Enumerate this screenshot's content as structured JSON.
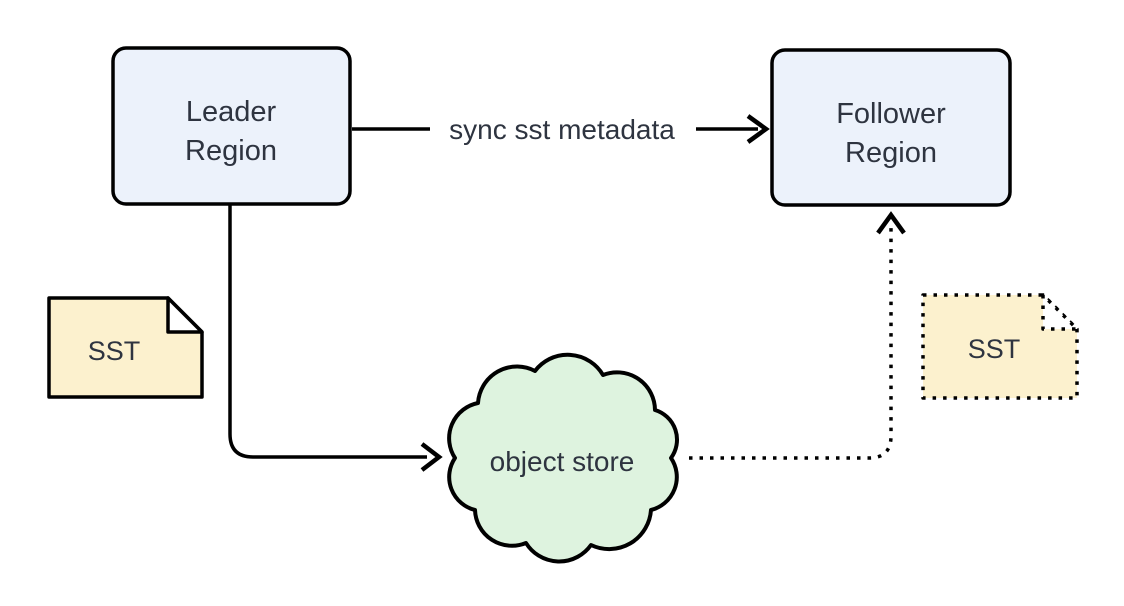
{
  "diagram": {
    "colors": {
      "region_fill": "#ECF2FB",
      "cloud_fill": "#DEF3DF",
      "sst_fill": "#FCF1CE",
      "fold_fill": "#FFFFFF",
      "stroke": "#000000",
      "text": "#2E3440",
      "background": "#FFFFFF"
    },
    "nodes": {
      "leader_region": {
        "lines": [
          "Leader",
          "Region"
        ]
      },
      "follower_region": {
        "lines": [
          "Follower",
          "Region"
        ]
      },
      "object_store": {
        "label": "object store",
        "shape": "cloud"
      },
      "sst_source": {
        "label": "SST",
        "shape": "page",
        "border": "solid"
      },
      "sst_replica": {
        "label": "SST",
        "shape": "page",
        "border": "dotted"
      }
    },
    "edges": {
      "sync_metadata": {
        "label": "sync sst metadata",
        "from": "leader_region",
        "to": "follower_region",
        "style": "solid"
      },
      "upload": {
        "label": "",
        "from": "leader_region",
        "to": "object_store",
        "style": "solid"
      },
      "download": {
        "label": "",
        "from": "object_store",
        "to": "follower_region",
        "style": "dotted"
      }
    }
  }
}
